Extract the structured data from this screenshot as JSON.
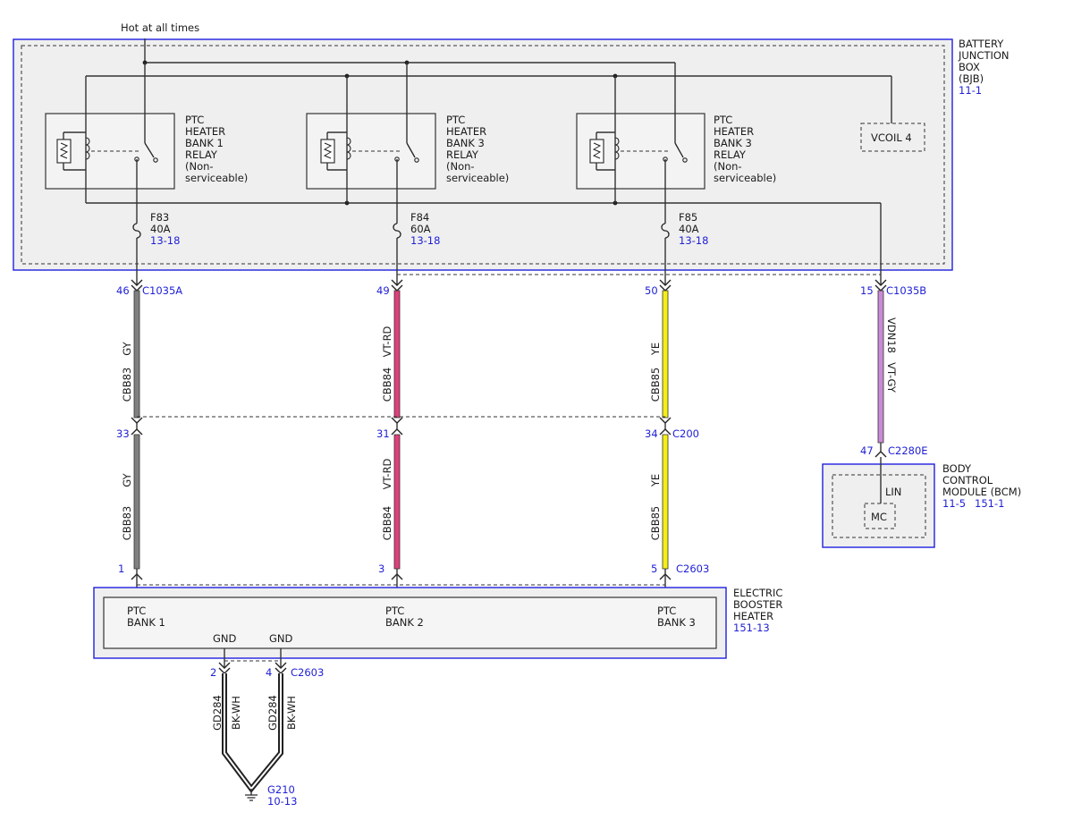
{
  "header": {
    "hot_label": "Hot at all times"
  },
  "bjb": {
    "title_lines": [
      "BATTERY",
      "JUNCTION",
      "BOX",
      "(BJB)"
    ],
    "ref": "11-1",
    "vcoil": "VCOIL 4"
  },
  "relays": [
    {
      "lines": [
        "PTC",
        "HEATER",
        "BANK 1",
        "RELAY",
        "(Non-",
        "serviceable)"
      ]
    },
    {
      "lines": [
        "PTC",
        "HEATER",
        "BANK 3",
        "RELAY",
        "(Non-",
        "serviceable)"
      ]
    },
    {
      "lines": [
        "PTC",
        "HEATER",
        "BANK 3",
        "RELAY",
        "(Non-",
        "serviceable)"
      ]
    }
  ],
  "fuses": [
    {
      "id": "F83",
      "rating": "40A",
      "ref": "13-18"
    },
    {
      "id": "F84",
      "rating": "60A",
      "ref": "13-18"
    },
    {
      "id": "F85",
      "rating": "40A",
      "ref": "13-18"
    }
  ],
  "connectors": {
    "c1035a": "C1035A",
    "c1035b": "C1035B",
    "c200": "C200",
    "c2603": "C2603",
    "c2603_gnd": "C2603",
    "c2280e": "C2280E"
  },
  "pins": {
    "col1_top": "46",
    "col2_top": "49",
    "col3_top": "50",
    "col4_top": "15",
    "col1_mid": "33",
    "col2_mid": "31",
    "col3_mid": "34",
    "col1_bot": "1",
    "col2_bot": "3",
    "col3_bot": "5",
    "col4_bot": "47",
    "gnd1": "2",
    "gnd2": "4"
  },
  "wires": {
    "w1_color": "GY",
    "w1_circuit": "CBB83",
    "w2_color": "VT-RD",
    "w2_circuit": "CBB84",
    "w3_color": "YE",
    "w3_circuit": "CBB85",
    "w4_color": "VT-GY",
    "w4_circuit": "VDN18",
    "g_color": "BK-WH",
    "g_circuit": "GD284",
    "colors": {
      "GY": "#808080",
      "VT-RD": "#e0407a",
      "YE": "#f5ee18",
      "VT-GY": "#c98ad4",
      "BK-WH": "#222222"
    }
  },
  "bcm": {
    "title_lines": [
      "BODY",
      "CONTROL",
      "MODULE (BCM)"
    ],
    "ref1": "11-5",
    "ref2": "151-1",
    "lin": "LIN",
    "mc": "MC"
  },
  "heater": {
    "title_lines": [
      "ELECTRIC",
      "BOOSTER",
      "HEATER"
    ],
    "ref": "151-13",
    "bank1": [
      "PTC",
      "BANK 1"
    ],
    "bank2": [
      "PTC",
      "BANK 2"
    ],
    "bank3": [
      "PTC",
      "BANK 3"
    ],
    "gnd_label": "GND"
  },
  "ground": {
    "id": "G210",
    "ref": "10-13"
  }
}
